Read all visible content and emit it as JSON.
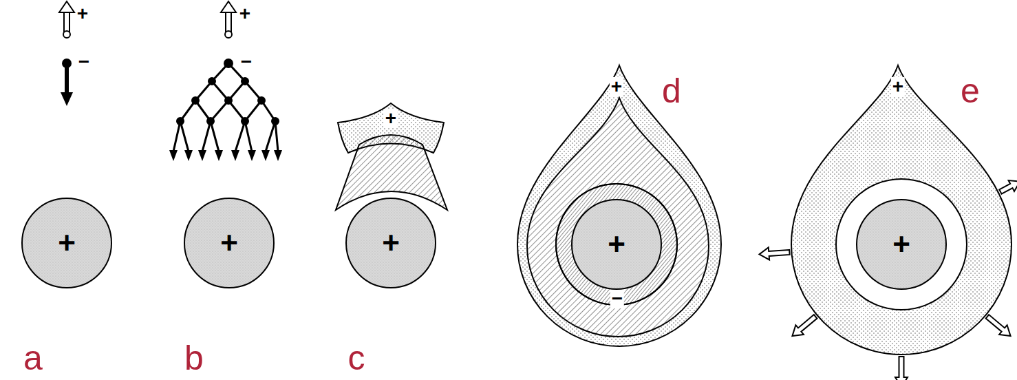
{
  "diagram": {
    "nodes": [
      {
        "text": [
          "+"
        ]
      },
      {
        "text": [
          "+"
        ]
      },
      {
        "text": [
          "+"
        ]
      },
      {
        "text": [
          "+"
        ]
      },
      {
        "text": [
          "+",
          "−"
        ]
      },
      {
        "text": [
          "+"
        ],
        "in": 4
      },
      {
        "text": [
          "+"
        ]
      },
      {
        "text": [
          "+"
        ],
        "in": 6
      }
    ],
    "labels": [
      "+",
      "−",
      "a",
      "+",
      "−",
      "b",
      "c",
      "d",
      "e"
    ]
  }
}
